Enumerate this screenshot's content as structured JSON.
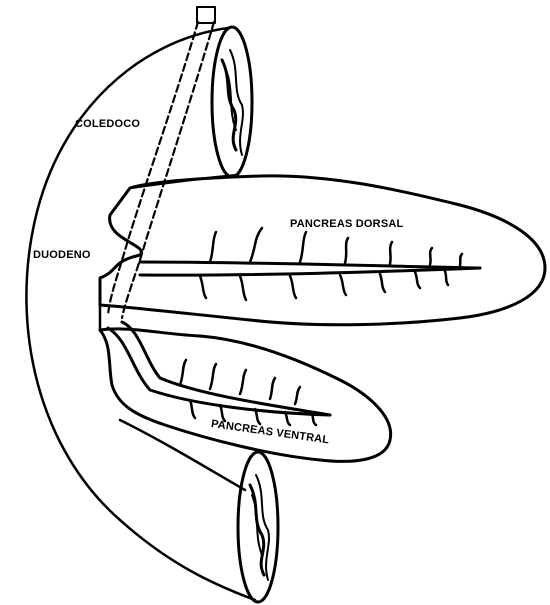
{
  "diagram": {
    "labels": {
      "coledoco": "COLEDOCO",
      "duodeno": "DUODENO",
      "pancreas_dorsal": "PANCREAS DORSAL",
      "pancreas_ventral": "PANCREAS VENTRAL"
    },
    "colors": {
      "ink": "#000000",
      "background": "#ffffff"
    }
  }
}
